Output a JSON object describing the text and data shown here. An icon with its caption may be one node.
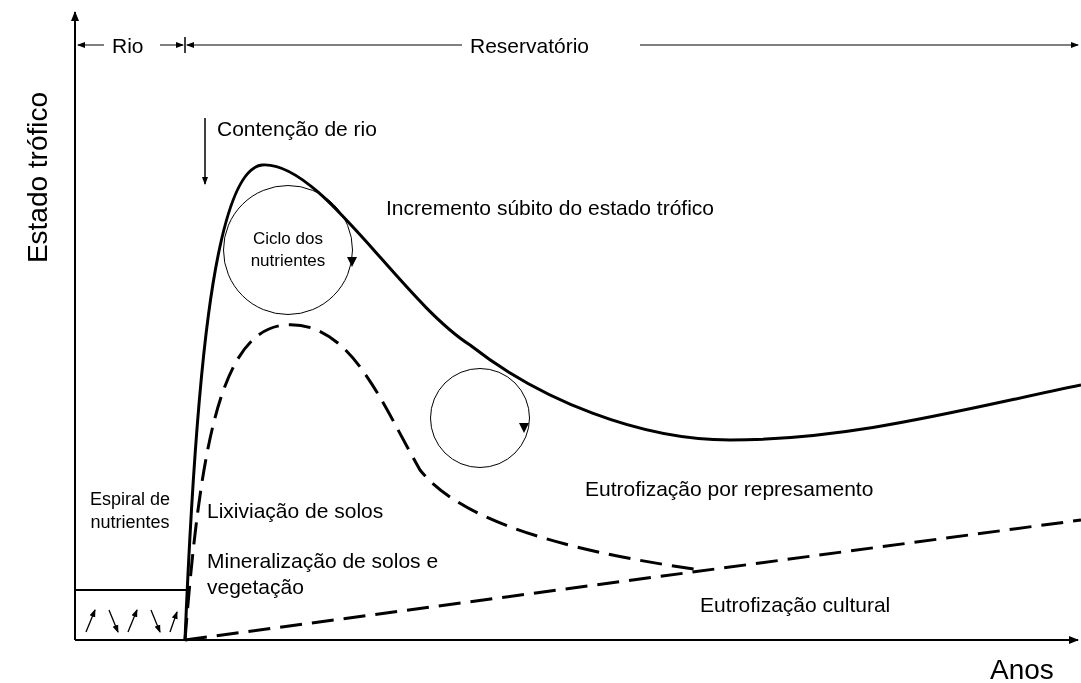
{
  "diagram": {
    "nodes": [
      {
        "text": [
          "Ciclo dos nutrientes"
        ]
      },
      {
        "text": [],
        "shape": "circle"
      }
    ],
    "labels": [
      "Rio",
      "Reservatório",
      "Estado trófico",
      "Contenção de rio",
      "Incremento súbito do estado trófico",
      "Espiral de nutrientes",
      "Lixiviação de solos",
      "Eutrofização por represamento",
      "Mineralização de solos e vegetação",
      "Eutrofização cultural",
      "Anos"
    ]
  }
}
